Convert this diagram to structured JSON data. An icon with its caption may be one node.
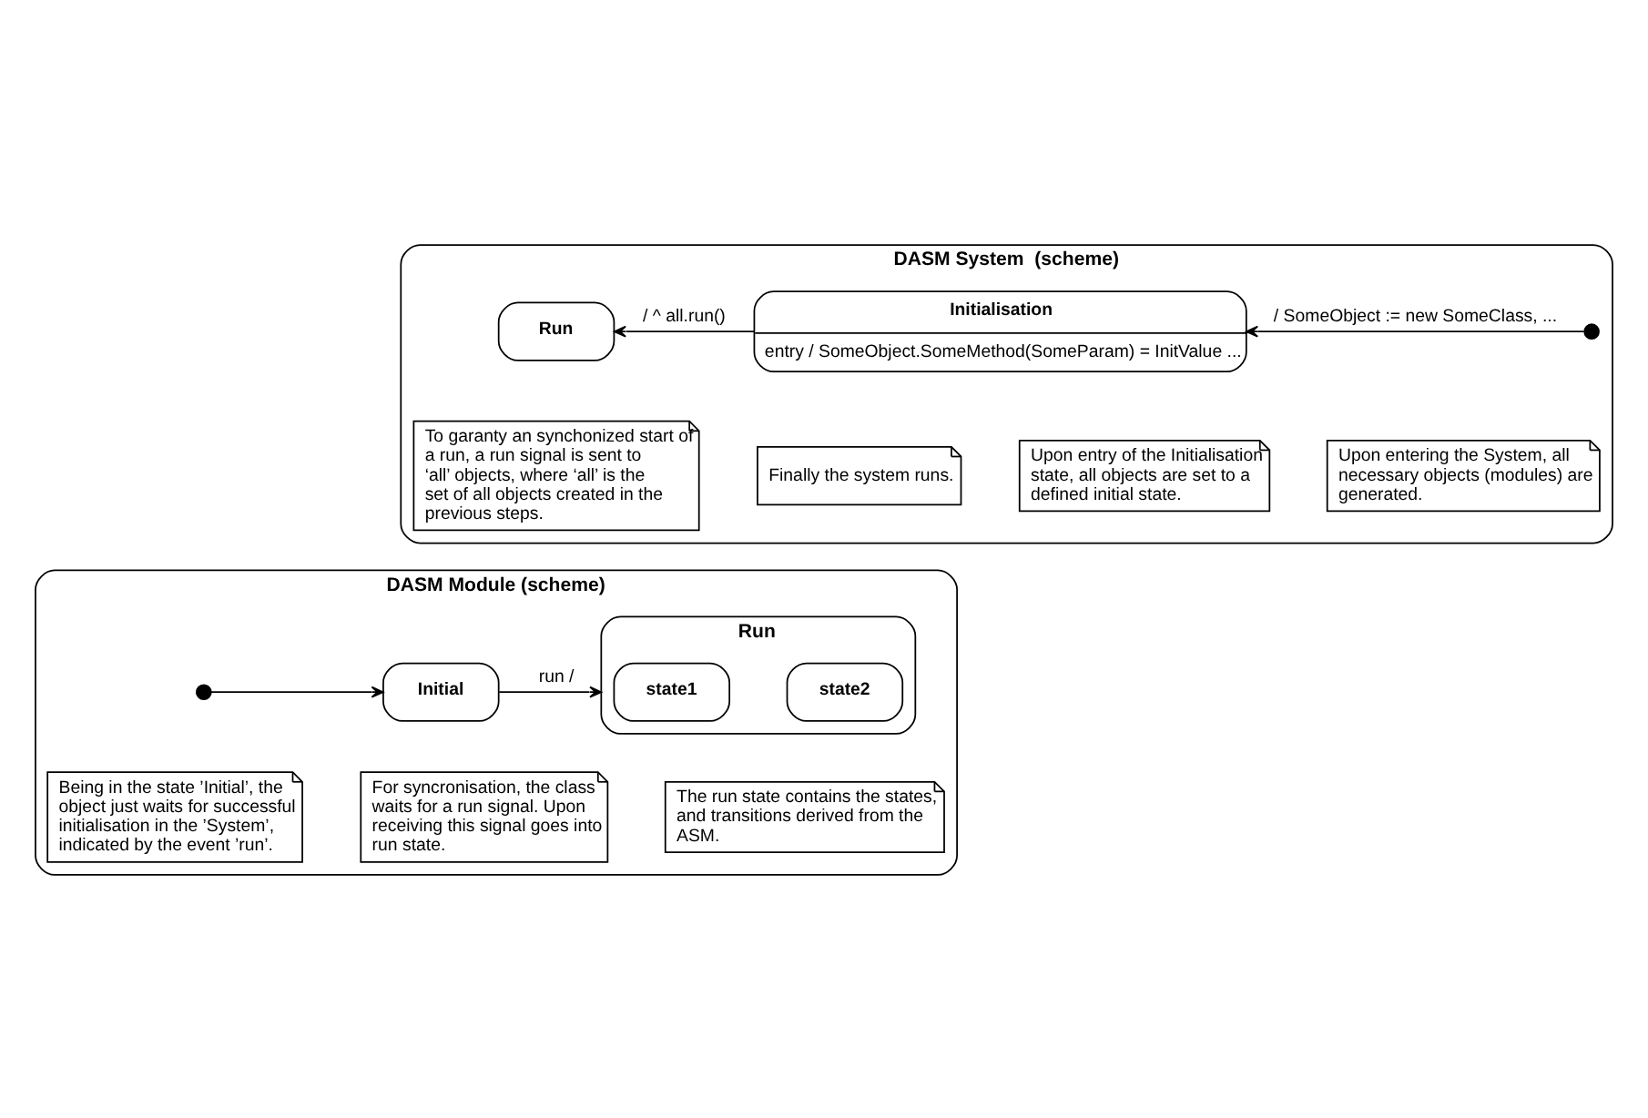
{
  "diagram": {
    "nodes": [
      {
        "text": [
          "DASM System  (scheme)"
        ]
      },
      {
        "text": [],
        "shape": "circle",
        "in": 0
      },
      {
        "text": [
          "Initialisation",
          "entry / SomeObject.SomeMethod(SomeParam) = InitValue ..."
        ],
        "in": 0
      },
      {
        "text": [
          "Run"
        ],
        "in": 0
      },
      {
        "text": [
          "Upon entering the System, all necessary objects (modules) are generated."
        ],
        "in": 0
      },
      {
        "text": [
          "Upon entry of the Initialisation state, all objects are set to a defined initial state."
        ],
        "in": 0
      },
      {
        "text": [
          "To garanty an synchonized start of a run, a run signal is sent to ‘all’ objects, where ‘all’ is the set of all objects created in the previous steps."
        ],
        "in": 0
      },
      {
        "text": [
          "Finally the system runs."
        ],
        "in": 0
      },
      {
        "text": [
          "DASM Module (scheme)"
        ]
      },
      {
        "text": [],
        "shape": "circle",
        "in": 8
      },
      {
        "text": [
          "Initial"
        ],
        "in": 8
      },
      {
        "text": [
          "Run"
        ],
        "in": 8
      },
      {
        "text": [
          "state1"
        ],
        "in": 11
      },
      {
        "text": [
          "state2"
        ],
        "in": 11
      },
      {
        "text": [
          "Being in the state ’Initial’, the object just waits for successful initialisation in the ’System’, indicated by the event ’run’."
        ],
        "in": 8
      },
      {
        "text": [
          "For syncronisation, the class waits for a run signal. Upon receiving this signal goes into run state."
        ],
        "in": 8
      },
      {
        "text": [
          "The run state contains the states, and transitions derived from the ASM."
        ],
        "in": 8
      }
    ],
    "edges": [
      {
        "from": 1,
        "to": 2,
        "arrow": "to",
        "label": "/ SomeObject := new SomeClass, ..."
      },
      {
        "from": 2,
        "to": 3,
        "arrow": "to",
        "label": "/ ^ all.run()"
      },
      {
        "from": 9,
        "to": 10,
        "arrow": "to"
      },
      {
        "from": 10,
        "to": 11,
        "arrow": "to",
        "label": "run /"
      }
    ]
  }
}
